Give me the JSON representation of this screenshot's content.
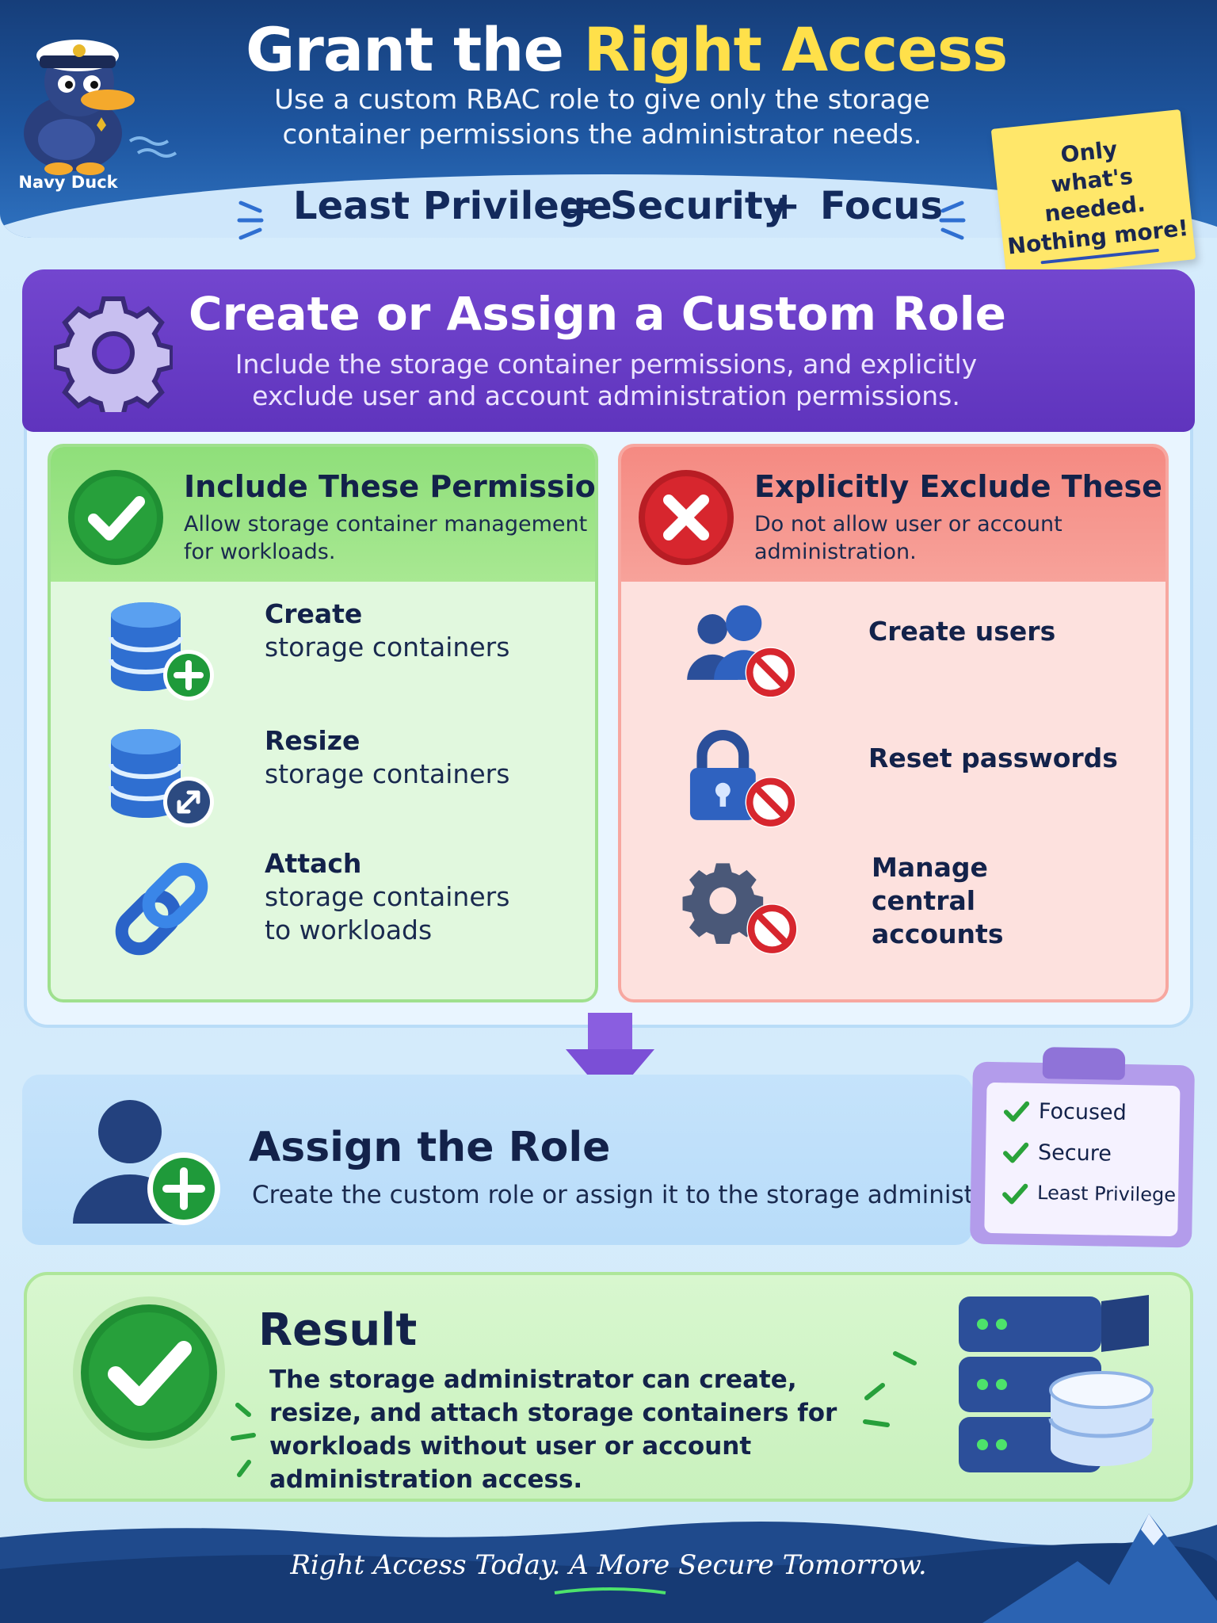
{
  "header": {
    "title_main": "Grant the ",
    "title_highlight": "Right Access",
    "subtitle": "Use a custom RBAC role to give only the storage container permissions the administrator needs.",
    "mascot_label": "Navy Duck"
  },
  "equation": {
    "left": "Least Privilege",
    "equals": "=",
    "middle": "Security",
    "plus": "+",
    "right": "Focus"
  },
  "sticky_note": {
    "line1": "Only",
    "line2": "what's needed.",
    "line3": "Nothing more!"
  },
  "custom_role": {
    "title": "Create or Assign a Custom Role",
    "description": "Include the storage container permissions, and explicitly exclude user and account administration permissions."
  },
  "include": {
    "title": "Include These Permissions",
    "description": "Allow storage container management for workloads.",
    "items": [
      {
        "action": "Create",
        "detail": "storage containers"
      },
      {
        "action": "Resize",
        "detail": "storage containers"
      },
      {
        "action": "Attach",
        "detail": "storage containers to workloads"
      }
    ]
  },
  "exclude": {
    "title": "Explicitly Exclude These",
    "description": "Do not allow user or account administration.",
    "items": [
      {
        "label": "Create users"
      },
      {
        "label": "Reset passwords"
      },
      {
        "label": "Manage central accounts"
      }
    ]
  },
  "assign": {
    "title": "Assign the Role",
    "description": "Create the custom role or assign it to the storage administrator."
  },
  "checklist": {
    "items": [
      "Focused",
      "Secure",
      "Least Privilege"
    ]
  },
  "result": {
    "title": "Result",
    "description": "The storage administrator can create, resize, and attach storage containers for workloads without user or account administration access."
  },
  "footer": {
    "tagline": "Right Access Today. A More Secure Tomorrow."
  },
  "colors": {
    "header_blue": "#1e56a0",
    "highlight_yellow": "#ffe04a",
    "role_purple": "#6a3dc8",
    "include_green": "#8fdf7a",
    "exclude_red": "#f58a82",
    "check_green": "#2aa33a",
    "deny_red": "#d7262e",
    "icon_blue": "#2f6fd1"
  }
}
